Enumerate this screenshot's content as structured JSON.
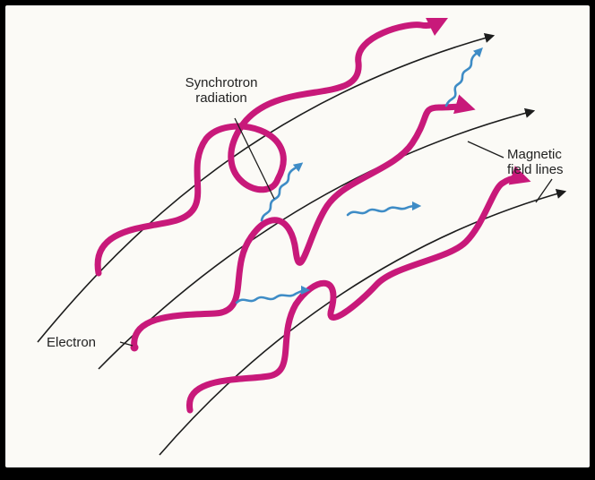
{
  "labels": {
    "synchrotron_line1": "Synchrotron",
    "synchrotron_line2": "radiation",
    "magnetic_line1": "Magnetic",
    "magnetic_line2": "field lines",
    "electron": "Electron"
  },
  "colors": {
    "electron_path": "#c8197a",
    "radiation": "#3e8cc6",
    "field_line": "#1c1c1c",
    "background": "#fbfaf6"
  }
}
